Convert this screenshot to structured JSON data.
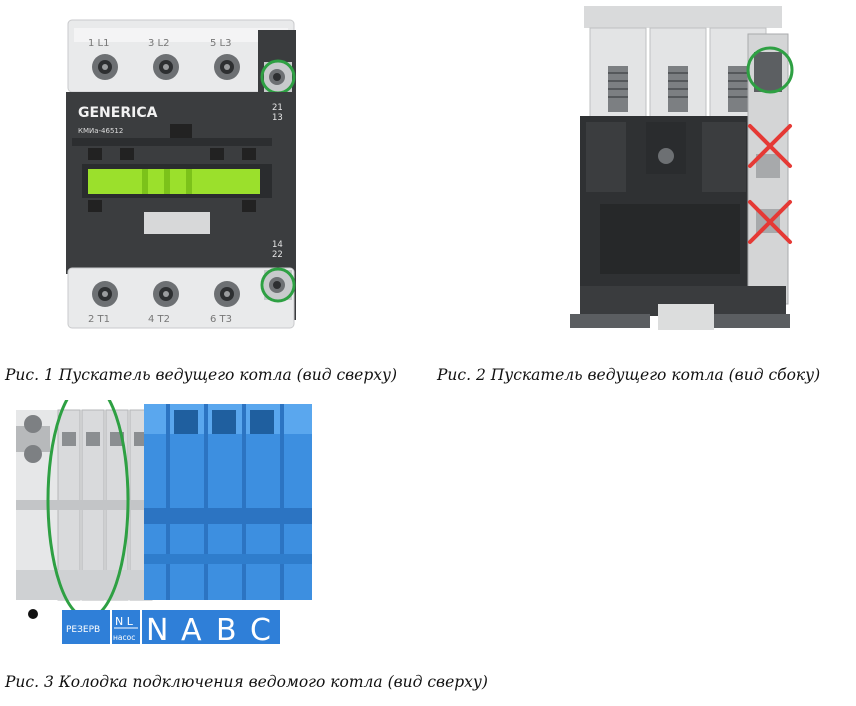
{
  "figure1": {
    "brand": "GENERICA",
    "model": "КМИа-46512",
    "top_terminals": [
      "1 L1",
      "3 L2",
      "5 L3"
    ],
    "bottom_terminals": [
      "2 T1",
      "4 T2",
      "6 T3"
    ],
    "aux_top": [
      "21",
      "13"
    ],
    "aux_bottom": [
      "14",
      "22"
    ],
    "caption": "Рис. 1 Пускатель ведущего котла (вид сверху)"
  },
  "figure2": {
    "caption": "Рис. 2  Пускатель ведущего котла (вид сбоку)"
  },
  "figure3": {
    "labels": {
      "reserve": "РЕЗЕРВ",
      "nl": "N L",
      "pump": "насос",
      "nabc": [
        "N",
        "A",
        "B",
        "C"
      ]
    },
    "caption": "Рис. 3 Колодка подключения ведомого котла (вид сверху)"
  },
  "colors": {
    "highlight_circle": "#2ea043",
    "cross": "#e53935",
    "terminal_blue": "#3d8fe0",
    "label_blue": "#2f7fd8",
    "lime": "#9be02c"
  }
}
